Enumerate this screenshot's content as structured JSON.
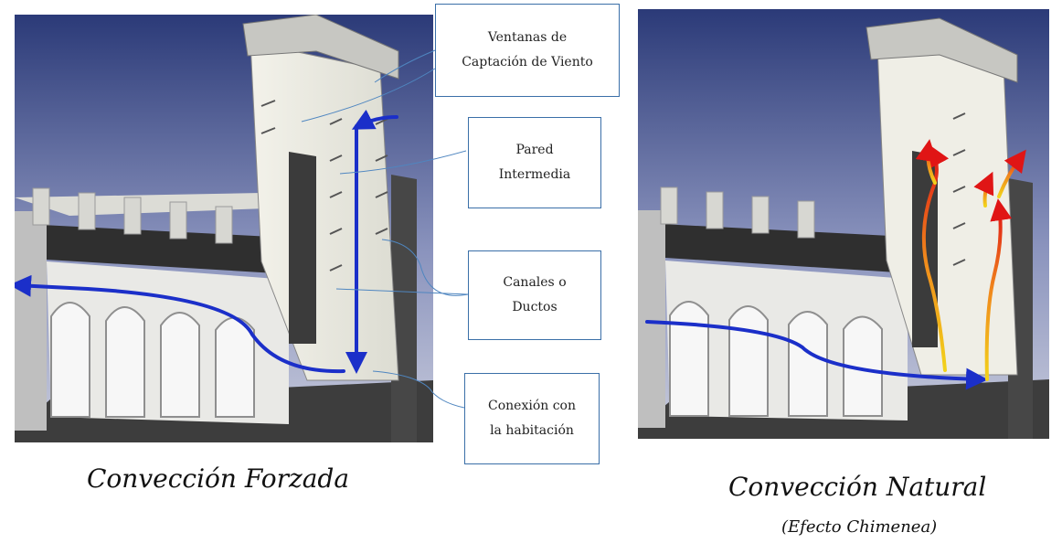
{
  "labels": {
    "wind_windows": "Ventanas de\nCaptación de Viento",
    "middle_wall": "Pared\nIntermedia",
    "channels": "Canales o\nDuctos",
    "room_connection": "Conexión con\nla habitación"
  },
  "captions": {
    "forced": "Convección Forzada",
    "natural": "Convección Natural",
    "natural_sub": "(Efecto Chimenea)"
  },
  "colors": {
    "forced_flow": "#1b2fc9",
    "warm_flow_bottom": "#f2d21b",
    "warm_flow_top": "#e01515",
    "callout_border": "#3a6fa8"
  }
}
